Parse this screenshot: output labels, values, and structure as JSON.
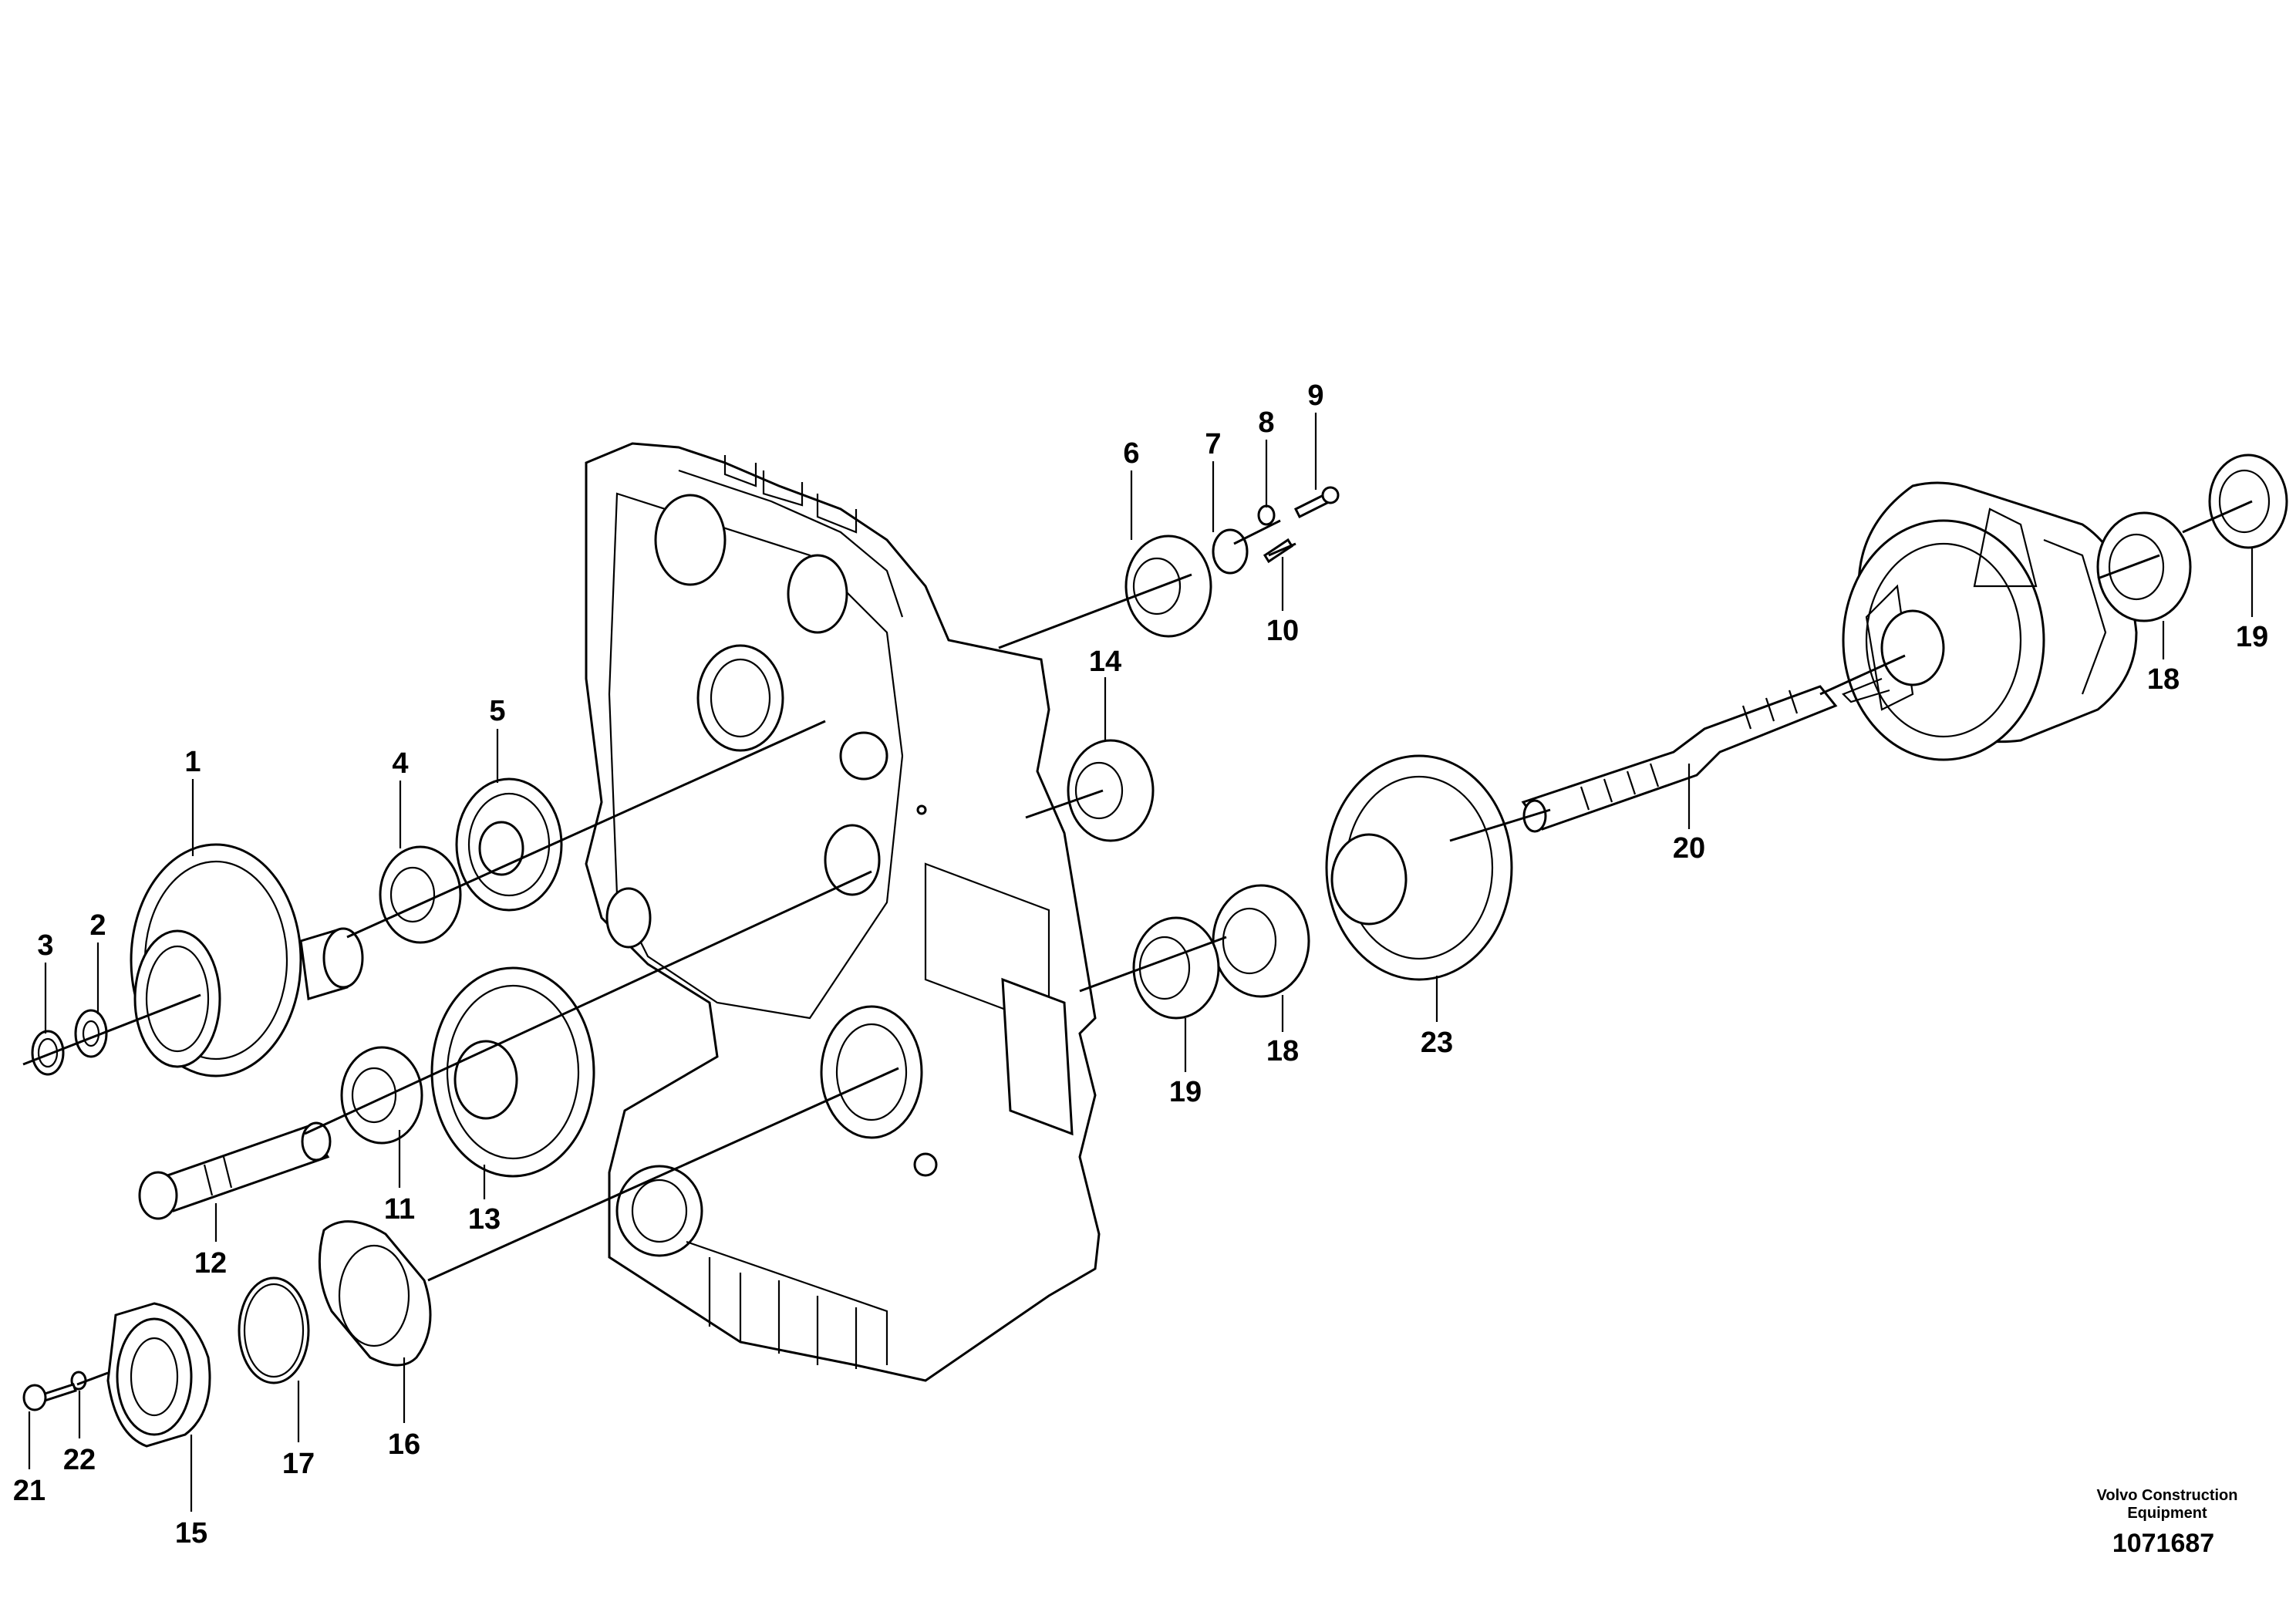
{
  "labels": {
    "p1": "1",
    "p2": "2",
    "p3": "3",
    "p4": "4",
    "p5": "5",
    "p6": "6",
    "p7": "7",
    "p8": "8",
    "p9": "9",
    "p10": "10",
    "p11": "11",
    "p12": "12",
    "p13": "13",
    "p14": "14",
    "p15": "15",
    "p16": "16",
    "p17": "17",
    "p18a": "18",
    "p18b": "18",
    "p19a": "19",
    "p19b": "19",
    "p20": "20",
    "p21": "21",
    "p22": "22",
    "p23": "23"
  },
  "footer": {
    "brand_line1": "Volvo Construction",
    "brand_line2": "Equipment",
    "drawing_number": "1071687"
  }
}
